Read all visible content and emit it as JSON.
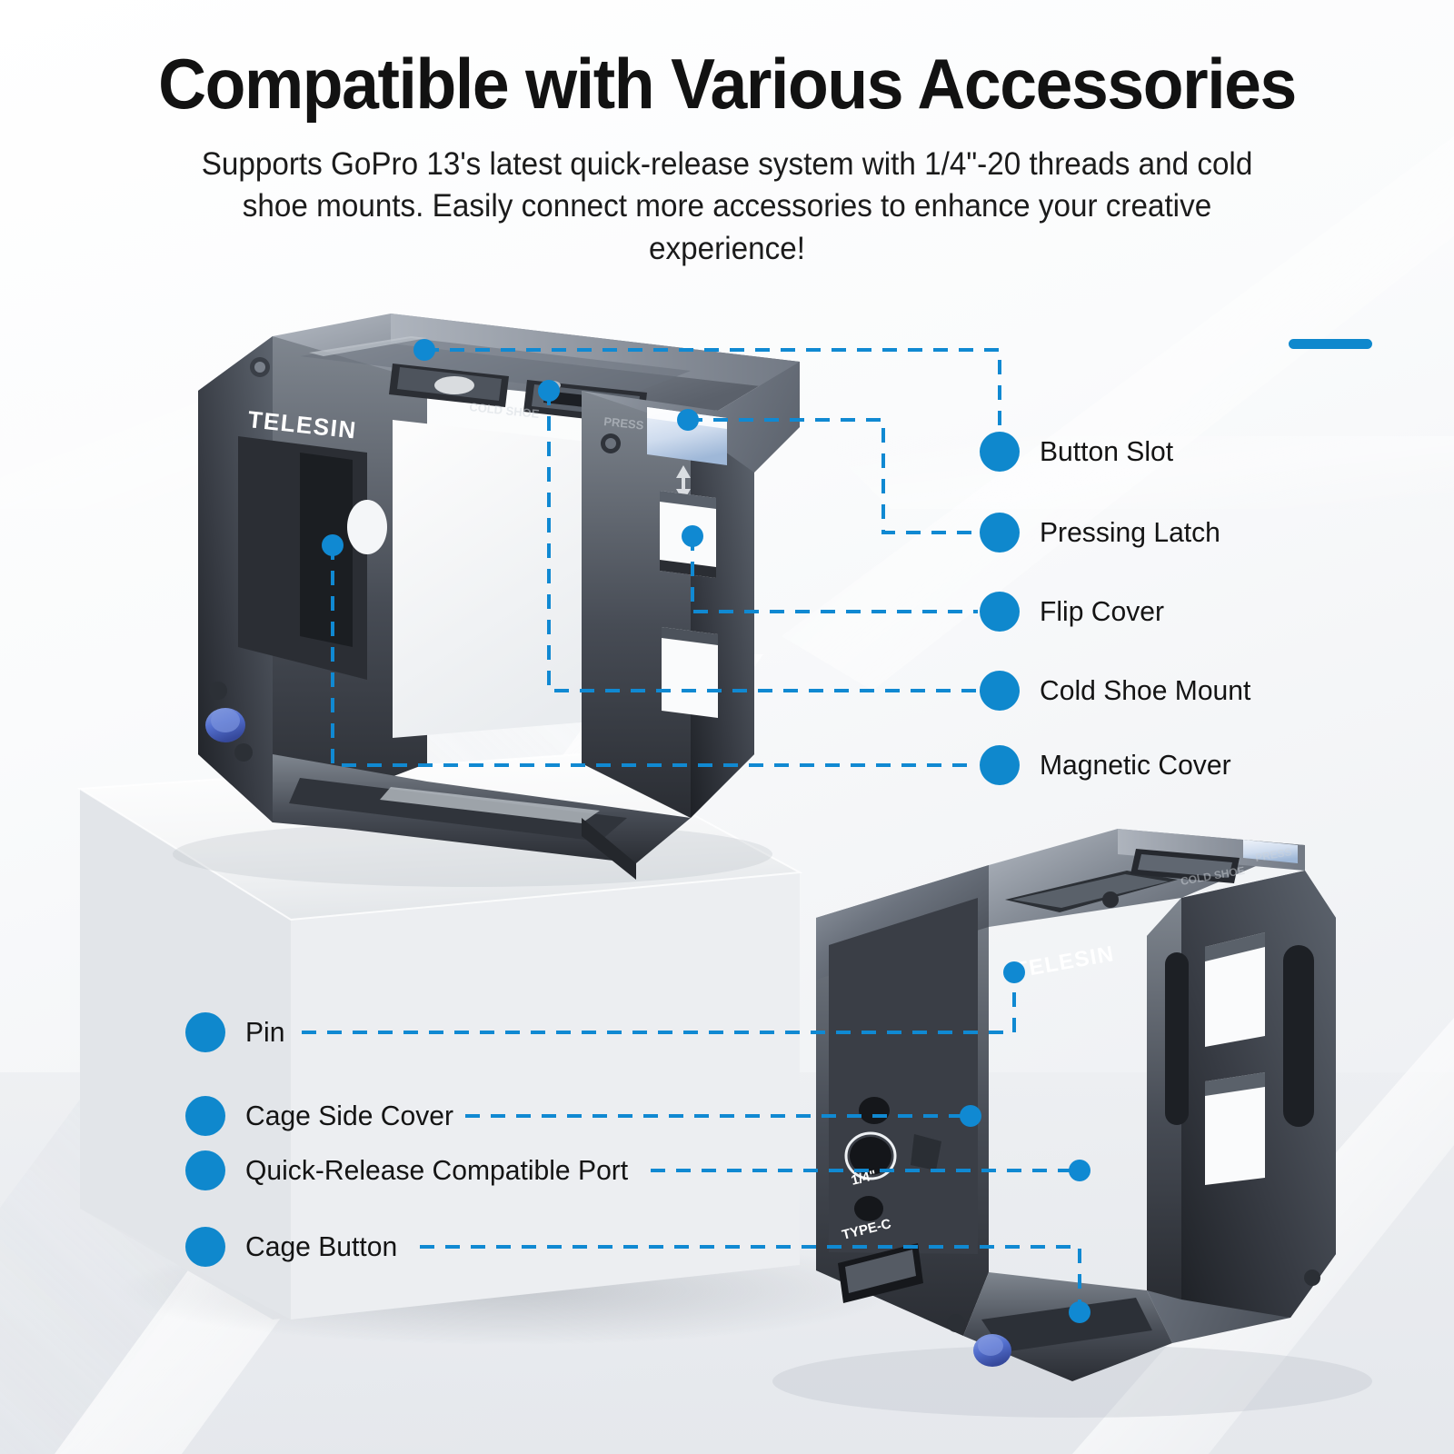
{
  "header": {
    "title": "Compatible with Various Accessories",
    "subtitle": "Supports GoPro 13's latest quick-release system with 1/4\"-20 threads and cold shoe mounts. Easily connect more accessories to enhance your creative experience!",
    "accent_bar_color": "#0f88cd"
  },
  "theme": {
    "accent": "#0f88cd",
    "dot_color": "#0f88cd",
    "label_color": "#141414",
    "background": "#fbfbfc",
    "product_body": "#4a4f58",
    "product_dark": "#23262c",
    "product_light": "#8d939d",
    "latch_blue": "#b9cfe8",
    "pin_blue": "#4c6fd0",
    "foam": "#f4f4f4"
  },
  "callouts_right": [
    {
      "id": "button-slot",
      "label": "Button Slot"
    },
    {
      "id": "pressing-latch",
      "label": "Pressing Latch"
    },
    {
      "id": "flip-cover",
      "label": "Flip Cover"
    },
    {
      "id": "cold-shoe-mount",
      "label": "Cold Shoe Mount"
    },
    {
      "id": "magnetic-cover",
      "label": "Magnetic Cover"
    }
  ],
  "callouts_left": [
    {
      "id": "pin",
      "label": "Pin"
    },
    {
      "id": "cage-side-cover",
      "label": "Cage Side Cover"
    },
    {
      "id": "quick-release-compatible-port",
      "label": "Quick-Release Compatible Port"
    },
    {
      "id": "cage-button",
      "label": "Cage Button"
    }
  ],
  "product_markings": {
    "brand_top": "TELESIN",
    "brand_bottom": "TELESIN",
    "thread": "1/4\"",
    "port": "TYPE-C",
    "engrave_cold_shoe": "COLD SHOE",
    "engrave_press": "PRESS"
  }
}
